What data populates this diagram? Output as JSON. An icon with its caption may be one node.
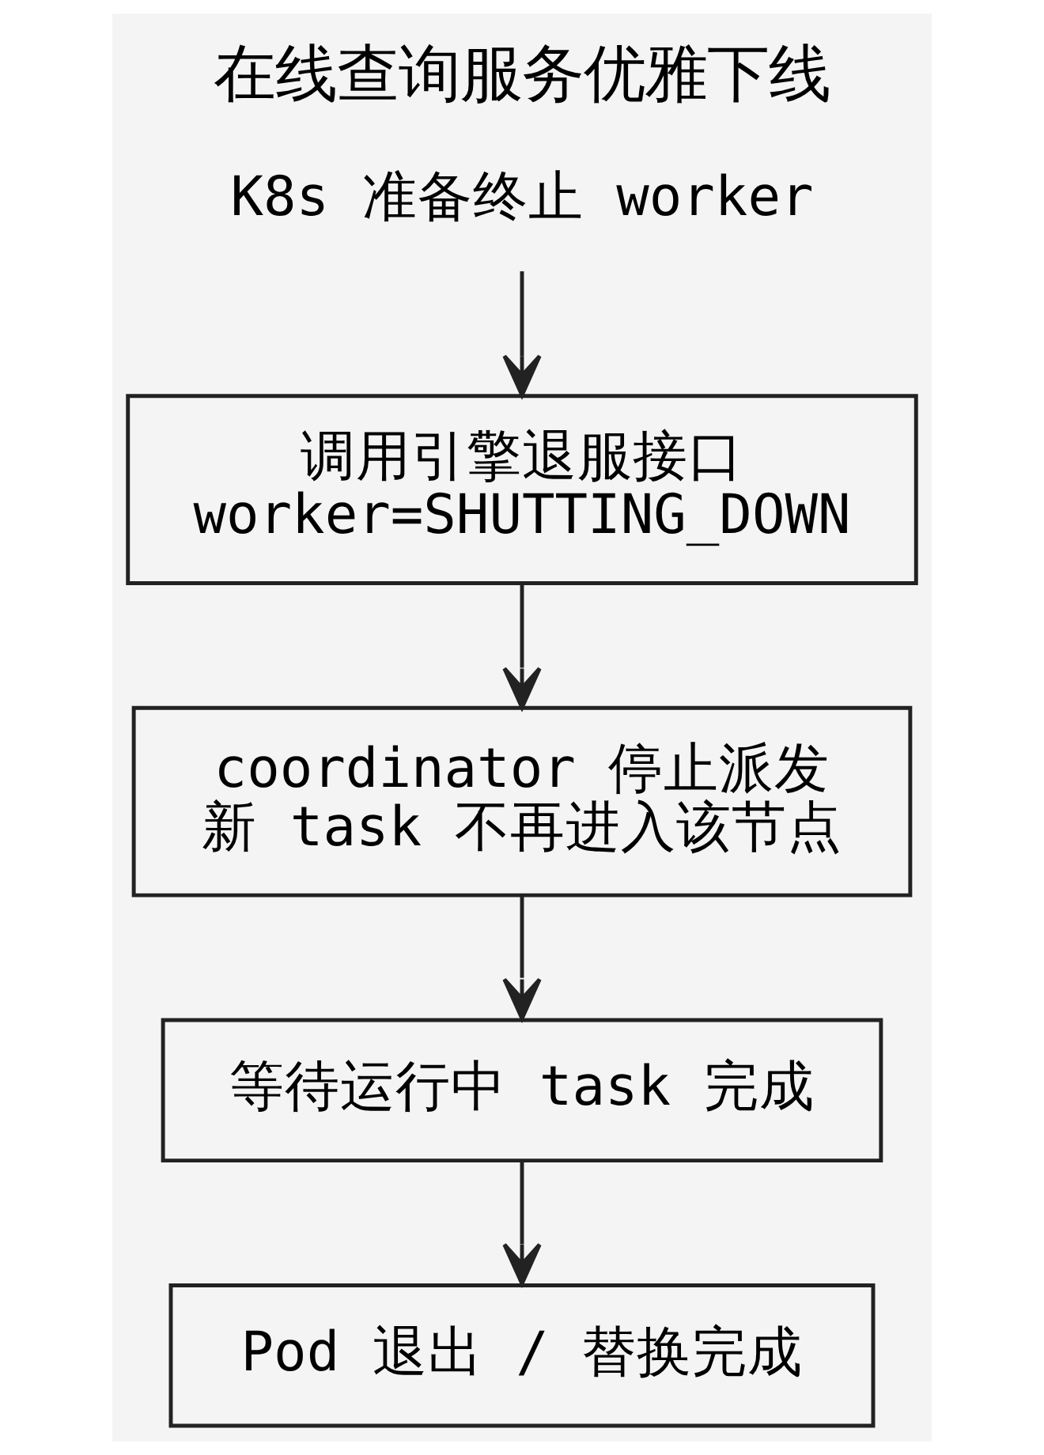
{
  "diagram": {
    "title": "在线查询服务优雅下线",
    "nodes": [
      {
        "text": [
          "K8s 准备终止 worker"
        ]
      },
      {
        "text": [
          "调用引擎退服接口",
          "worker=SHUTTING_DOWN"
        ]
      },
      {
        "text": [
          "coordinator 停止派发",
          "新 task 不再进入该节点"
        ]
      },
      {
        "text": [
          "等待运行中 task 完成"
        ]
      },
      {
        "text": [
          "Pod 退出 / 替换完成"
        ]
      }
    ],
    "edges": [
      {
        "from": 0,
        "to": 1,
        "arrow": "to"
      },
      {
        "from": 1,
        "to": 2,
        "arrow": "to"
      },
      {
        "from": 2,
        "to": 3,
        "arrow": "to"
      },
      {
        "from": 3,
        "to": 4,
        "arrow": "to"
      }
    ]
  }
}
